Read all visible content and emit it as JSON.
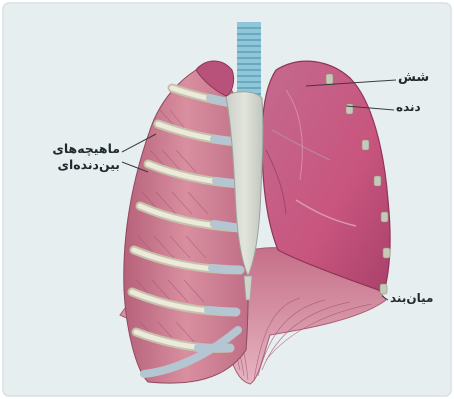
{
  "labels": {
    "lung": "شش",
    "rib": "دنده",
    "diaphragm": "میان‌بند",
    "intercostal_line1": "ماهیچه‌های",
    "intercostal_line2": "بین‌دنده‌ای"
  },
  "colors": {
    "background": "#e7eef0",
    "lung": "#c8557e",
    "lung_dark": "#9c3a60",
    "muscle": "#d07f92",
    "rib": "#e8e2cf",
    "cartilage": "#b9c8d2",
    "trachea": "#8fc6d8",
    "diaphragm": "#cf8aa0"
  }
}
